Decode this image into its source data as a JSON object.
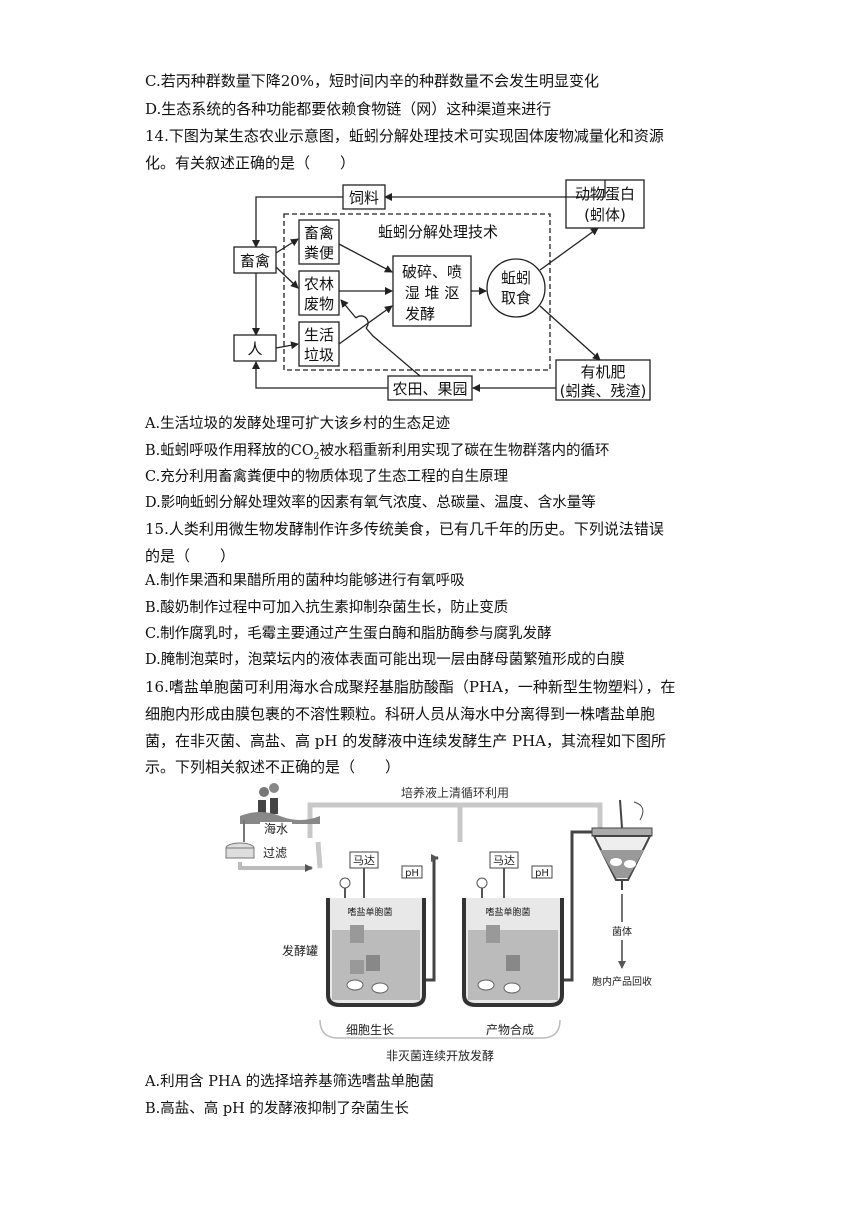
{
  "lines": {
    "c13": "C.若丙种群数量下降20%，短时间内辛的种群数量不会发生明显变化",
    "d13": "D.生态系统的各种功能都要依赖食物链（网）这种渠道来进行",
    "q14a": "14.下图为某生态农业示意图，蚯蚓分解处理技术可实现固体废物减量化和资源",
    "q14b": "化。有关叙述正确的是（　　）",
    "a14": "A.生活垃圾的发酵处理可扩大该乡村的生态足迹",
    "b14a": "B.蚯蚓呼吸作用释放的CO",
    "b14sub": "2",
    "b14b": "被水稻重新利用实现了碳在生物群落内的循环",
    "c14": "C.充分利用畜禽粪便中的物质体现了生态工程的自生原理",
    "d14": "D.影响蚯蚓分解处理效率的因素有氧气浓度、总碳量、温度、含水量等",
    "q15a": "15.人类利用微生物发酵制作许多传统美食，已有几千年的历史。下列说法错误",
    "q15b": "的是（　　）",
    "a15": "A.制作果酒和果醋所用的菌种均能够进行有氧呼吸",
    "b15": "B.酸奶制作过程中可加入抗生素抑制杂菌生长，防止变质",
    "c15": "C.制作腐乳时，毛霉主要通过产生蛋白酶和脂肪酶参与腐乳发酵",
    "d15": "D.腌制泡菜时，泡菜坛内的液体表面可能出现一层由酵母菌繁殖形成的白膜",
    "q16a": "16.嗜盐单胞菌可利用海水合成聚羟基脂肪酸酯（PHA，一种新型生物塑料），在",
    "q16b": "细胞内形成由膜包裹的不溶性颗粒。科研人员从海水中分离得到一株嗜盐单胞",
    "q16c": "菌，在非灭菌、高盐、高 pH 的发酵液中连续发酵生产 PHA，其流程如下图所",
    "q16d": "示。下列相关叙述不正确的是（　　）",
    "a16": "A.利用含 PHA 的选择培养基筛选嗜盐单胞菌",
    "b16": "B.高盐、高 pH 的发酵液抑制了杂菌生长"
  },
  "diagram1": {
    "siliao": "饲料",
    "dongwu1": "动物蛋白",
    "dongwu2": "(蚓体)",
    "title": "蚯蚓分解处理技术",
    "chuqin": "畜禽",
    "xuqin1": "畜禽",
    "xuqin2": "粪便",
    "nonglin1": "农林",
    "nonglin2": "废物",
    "shenghuo1": "生活",
    "shenghuo2": "垃圾",
    "posui1": "破碎、喷",
    "posui2": "湿 堆 沤",
    "posui3": "发酵",
    "qiuyin1": "蚯蚓",
    "qiuyin2": "取食",
    "ren": "人",
    "nongtian": "农田、果园",
    "youji1": "有机肥",
    "youji2": "(蚓粪、残渣)"
  },
  "diagram2": {
    "recycle": "培养液上清循环利用",
    "haishui": "海水",
    "guolv": "过滤",
    "mada1": "马达",
    "mada2": "马达",
    "ph1": "pH",
    "ph2": "pH",
    "tank_label1": "嗜盐单胞菌",
    "tank_label2": "嗜盐单胞菌",
    "fajiaoguan": "发酵罐",
    "junti": "菌体",
    "huishou": "胞内产品回收",
    "xibao": "细胞生长",
    "chanwu": "产物合成",
    "bottom": "非灭菌连续开放发酵"
  }
}
